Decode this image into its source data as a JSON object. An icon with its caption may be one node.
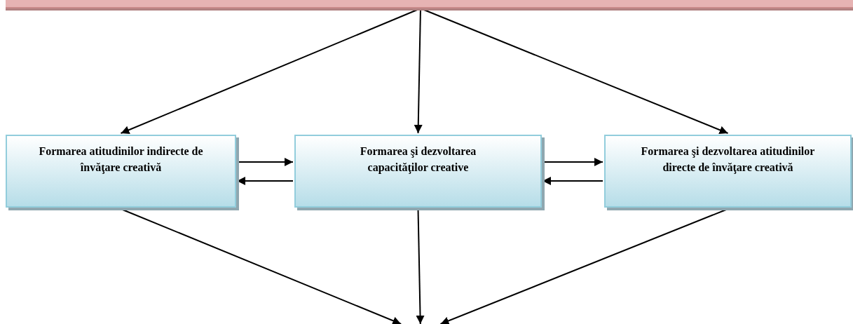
{
  "diagram": {
    "nodes": [
      {
        "text": [],
        "shape": "bar"
      },
      {
        "text": [
          "Formarea atitudinilor indirecte de învăţare creativă"
        ]
      },
      {
        "text": [
          "Formarea şi dezvoltarea capacităţilor creative"
        ]
      },
      {
        "text": [
          "Formarea şi dezvoltarea atitudinilor directe de învăţare creativă"
        ]
      }
    ],
    "edges": [
      {
        "from": 0,
        "to": 1,
        "arrow": "to"
      },
      {
        "from": 0,
        "to": 2,
        "arrow": "to"
      },
      {
        "from": 0,
        "to": 3,
        "arrow": "to"
      },
      {
        "from": 1,
        "to": 2,
        "arrow": "to"
      },
      {
        "from": 2,
        "to": 1,
        "arrow": "to"
      },
      {
        "from": 2,
        "to": 3,
        "arrow": "to"
      },
      {
        "from": 3,
        "to": 2,
        "arrow": "to"
      },
      {
        "from": 1,
        "to": null,
        "arrow": "to"
      },
      {
        "from": 2,
        "to": null,
        "arrow": "to"
      },
      {
        "from": 3,
        "to": null,
        "arrow": "to"
      }
    ]
  }
}
